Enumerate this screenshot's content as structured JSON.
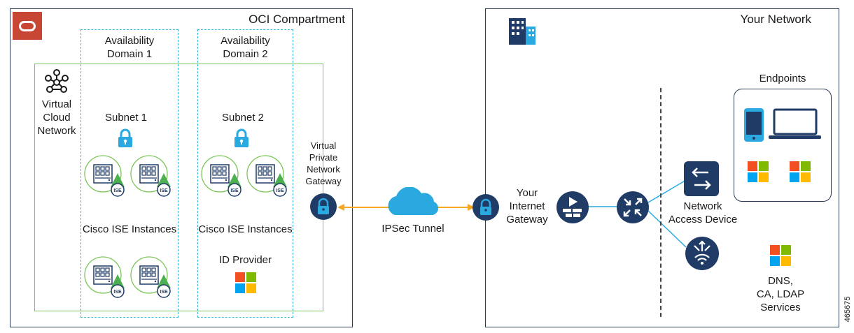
{
  "colors": {
    "box_border": "#2b3a55",
    "vcn_border": "#7cc65a",
    "ad_border": "#3bb5d8",
    "icon_navy": "#1f3b66",
    "icon_cyan": "#2aa9e0",
    "tunnel": "#f5a623",
    "oracle_red": "#c74634",
    "ise_green": "#4caf50",
    "ms_red": "#f25022",
    "ms_green": "#7fba00",
    "ms_blue": "#00a4ef",
    "ms_yellow": "#ffb900"
  },
  "oci": {
    "title": "OCI Compartment",
    "logo_icon": "oracle-logo-icon",
    "ad1": "Availability\nDomain 1",
    "ad2": "Availability\nDomain 2",
    "vcn": "Virtual\nCloud\nNetwork",
    "subnet1": "Subnet 1",
    "subnet2": "Subnet 2",
    "ise1": "Cisco ISE Instances",
    "ise2": "Cisco ISE Instances",
    "idp": "ID Provider",
    "vpn_gw": "Virtual\nPrivate\nNetwork\nGateway",
    "ise_badge": "ISE"
  },
  "tunnel": {
    "label": "IPSec Tunnel"
  },
  "network": {
    "title": "Your Network",
    "inet_gw": "Your\nInternet\nGateway",
    "nad": "Network\nAccess Device",
    "endpoints": "Endpoints",
    "dns": "DNS,\nCA, LDAP\nServices"
  },
  "figure_id": "465675"
}
